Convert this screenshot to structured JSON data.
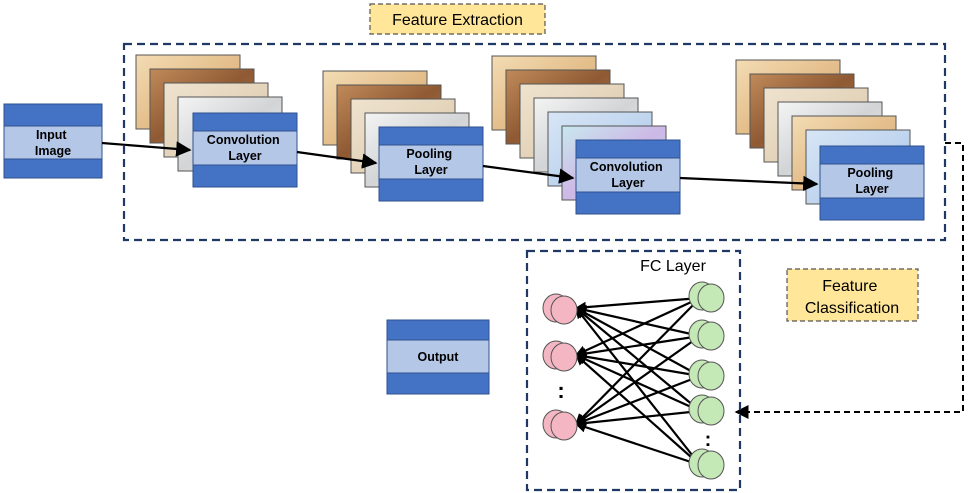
{
  "feature_extraction_label": "Feature Extraction",
  "feature_classification_label": [
    "Feature",
    "Classification"
  ],
  "fc_layer_label": "FC Layer",
  "blocks": {
    "input": [
      "Input",
      "Image"
    ],
    "conv1": [
      "Convolution",
      "Layer"
    ],
    "pool1": [
      "Pooling",
      "Layer"
    ],
    "conv2": [
      "Convolution",
      "Layer"
    ],
    "pool2": [
      "Pooling",
      "Layer"
    ],
    "output": [
      "Output"
    ]
  },
  "fc_ellipsis": ":",
  "colors": {
    "block_dark": "#4472c4",
    "block_light": "#b4c7e7",
    "dashed_border": "#1f3864",
    "callout_fill": "#ffe699",
    "node_pink": "#f4b6c2",
    "node_green": "#c5e8b7"
  }
}
